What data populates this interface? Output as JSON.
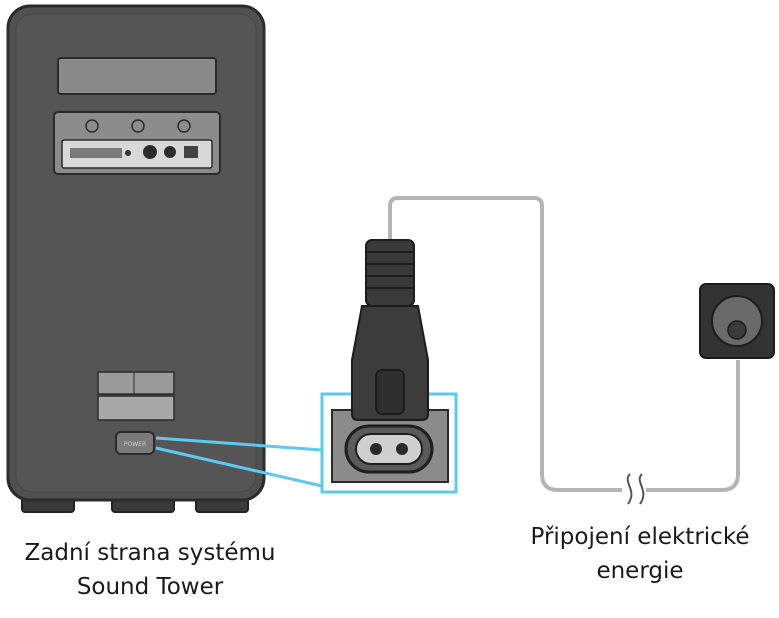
{
  "captions": {
    "left": {
      "line1": "Zadní strana systému",
      "line2": "Sound Tower"
    },
    "right": {
      "line1": "Připojení elektrické",
      "line2": "energie"
    }
  },
  "power_port_label": "POWER",
  "colors": {
    "cabinet": "#4f4f4f",
    "cabinet_outline": "#2b2b2b",
    "highlight": "#5fc8ee",
    "cable": "#b5b5b5",
    "plug": "#3a3a3a",
    "outlet_frame": "#2f2f2f"
  }
}
